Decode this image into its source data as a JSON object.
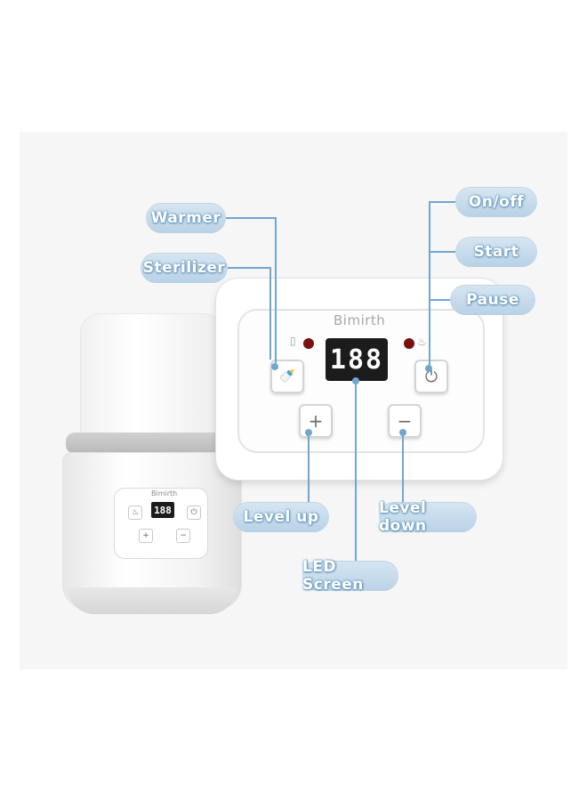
{
  "labels": {
    "warmer": "Warmer",
    "sterilizer": "Sterilizer",
    "on_off": "On/off",
    "start": "Start",
    "pause": "Pause",
    "level_up": "Level up",
    "level_down": "Level down",
    "led_screen": "LED Screen"
  },
  "panel": {
    "brand": "Bimirth",
    "display": "188",
    "plus": "+",
    "minus": "−"
  },
  "device": {
    "brand": "Bimirth",
    "display": "188"
  },
  "colors": {
    "label_fill": "#c8dcec",
    "line": "#6fa7cf",
    "indicator": "#7a1010"
  }
}
